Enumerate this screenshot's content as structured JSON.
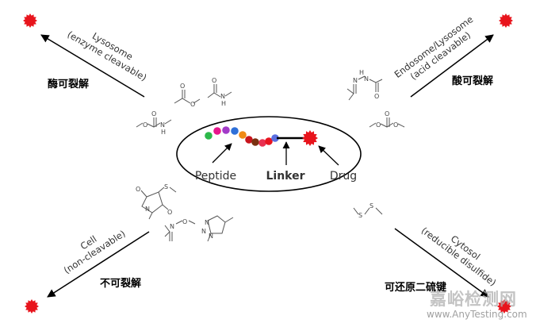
{
  "routes": {
    "lysosome": {
      "title": "Lysosome",
      "subtitle": "(enzyme cleavable)",
      "cn": "酶可裂解"
    },
    "endosome": {
      "title": "Endosome/Lysosome",
      "subtitle": "(acid cleavable)",
      "cn": "酸可裂解"
    },
    "cell": {
      "title": "Cell",
      "subtitle": "(non-cleavable)",
      "cn": "不可裂解"
    },
    "cytosol": {
      "title": "Cytosol",
      "subtitle": "(reducible disulfide)",
      "cn": "可还原二硫键"
    }
  },
  "center": {
    "peptide": "Peptide",
    "linker": "Linker",
    "drug": "Drug"
  },
  "chem_atoms": {
    "oxygen": "O",
    "nitrogen": "N",
    "hydrogen": "H",
    "sulfur": "S"
  },
  "watermark": {
    "main": "嘉峪检测网",
    "url": "www.AnyTesting.com"
  },
  "colors": {
    "drug": "#e8141c",
    "peptide_beads": [
      "#2db84a",
      "#e8148c",
      "#a23ac8",
      "#2e6fd8",
      "#f08a14",
      "#2aaa50",
      "#c8141c",
      "#7a3010",
      "#e83050",
      "#e81420",
      "#5a6ee0"
    ]
  }
}
